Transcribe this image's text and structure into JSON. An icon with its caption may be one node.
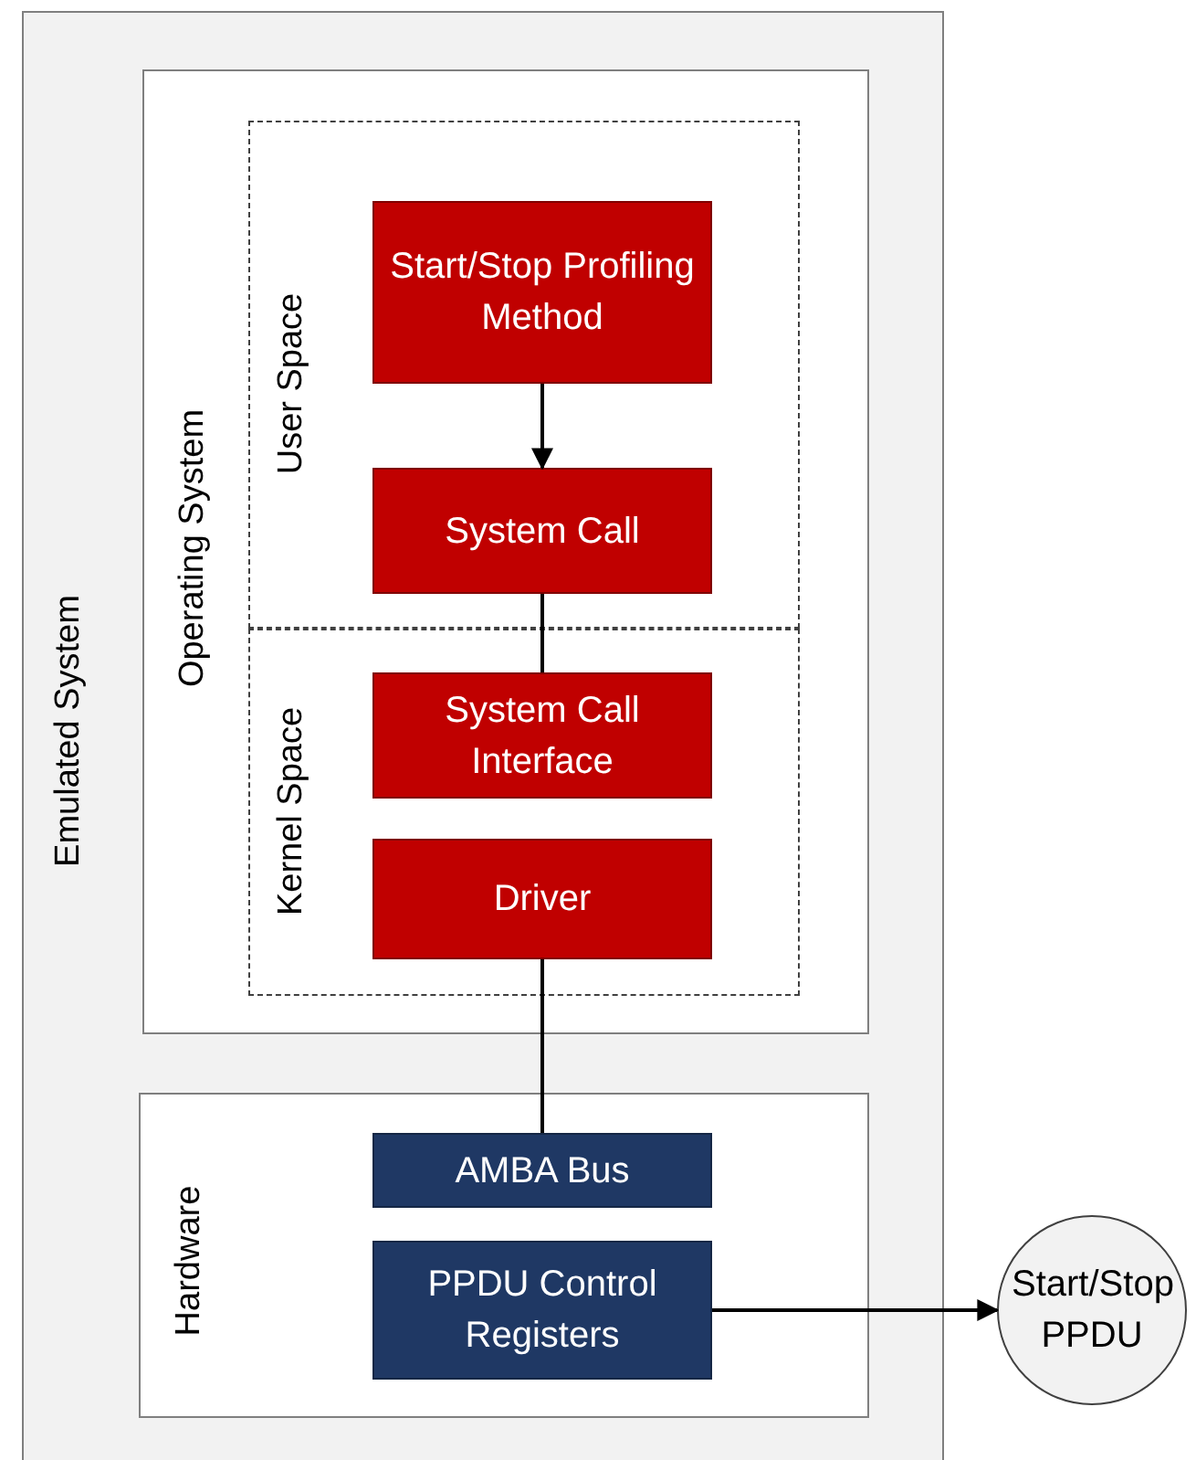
{
  "diagram": {
    "nodes": [
      {
        "text": [
          "Emulated System"
        ]
      },
      {
        "text": [
          "Operating System"
        ],
        "in": 0
      },
      {
        "text": [
          "User Space"
        ],
        "in": 1
      },
      {
        "text": [
          "Start/Stop Profiling Method"
        ],
        "in": 2
      },
      {
        "text": [
          "System Call"
        ],
        "in": 2
      },
      {
        "text": [
          "Kernel Space"
        ],
        "in": 1
      },
      {
        "text": [
          "System Call Interface"
        ],
        "in": 5
      },
      {
        "text": [
          "Driver"
        ],
        "in": 5
      },
      {
        "text": [
          "Hardware"
        ],
        "in": 0
      },
      {
        "text": [
          "AMBA Bus"
        ],
        "in": 8
      },
      {
        "text": [
          "PPDU Control Registers"
        ],
        "in": 8
      },
      {
        "text": [
          "Start/Stop PPDU"
        ]
      }
    ],
    "edges": [
      {
        "from": 3,
        "to": 4,
        "arrow": "to"
      },
      {
        "from": 4,
        "to": 6,
        "arrow": "none"
      },
      {
        "from": 7,
        "to": 9,
        "arrow": "none"
      },
      {
        "from": 10,
        "to": 11,
        "arrow": "to"
      }
    ]
  }
}
